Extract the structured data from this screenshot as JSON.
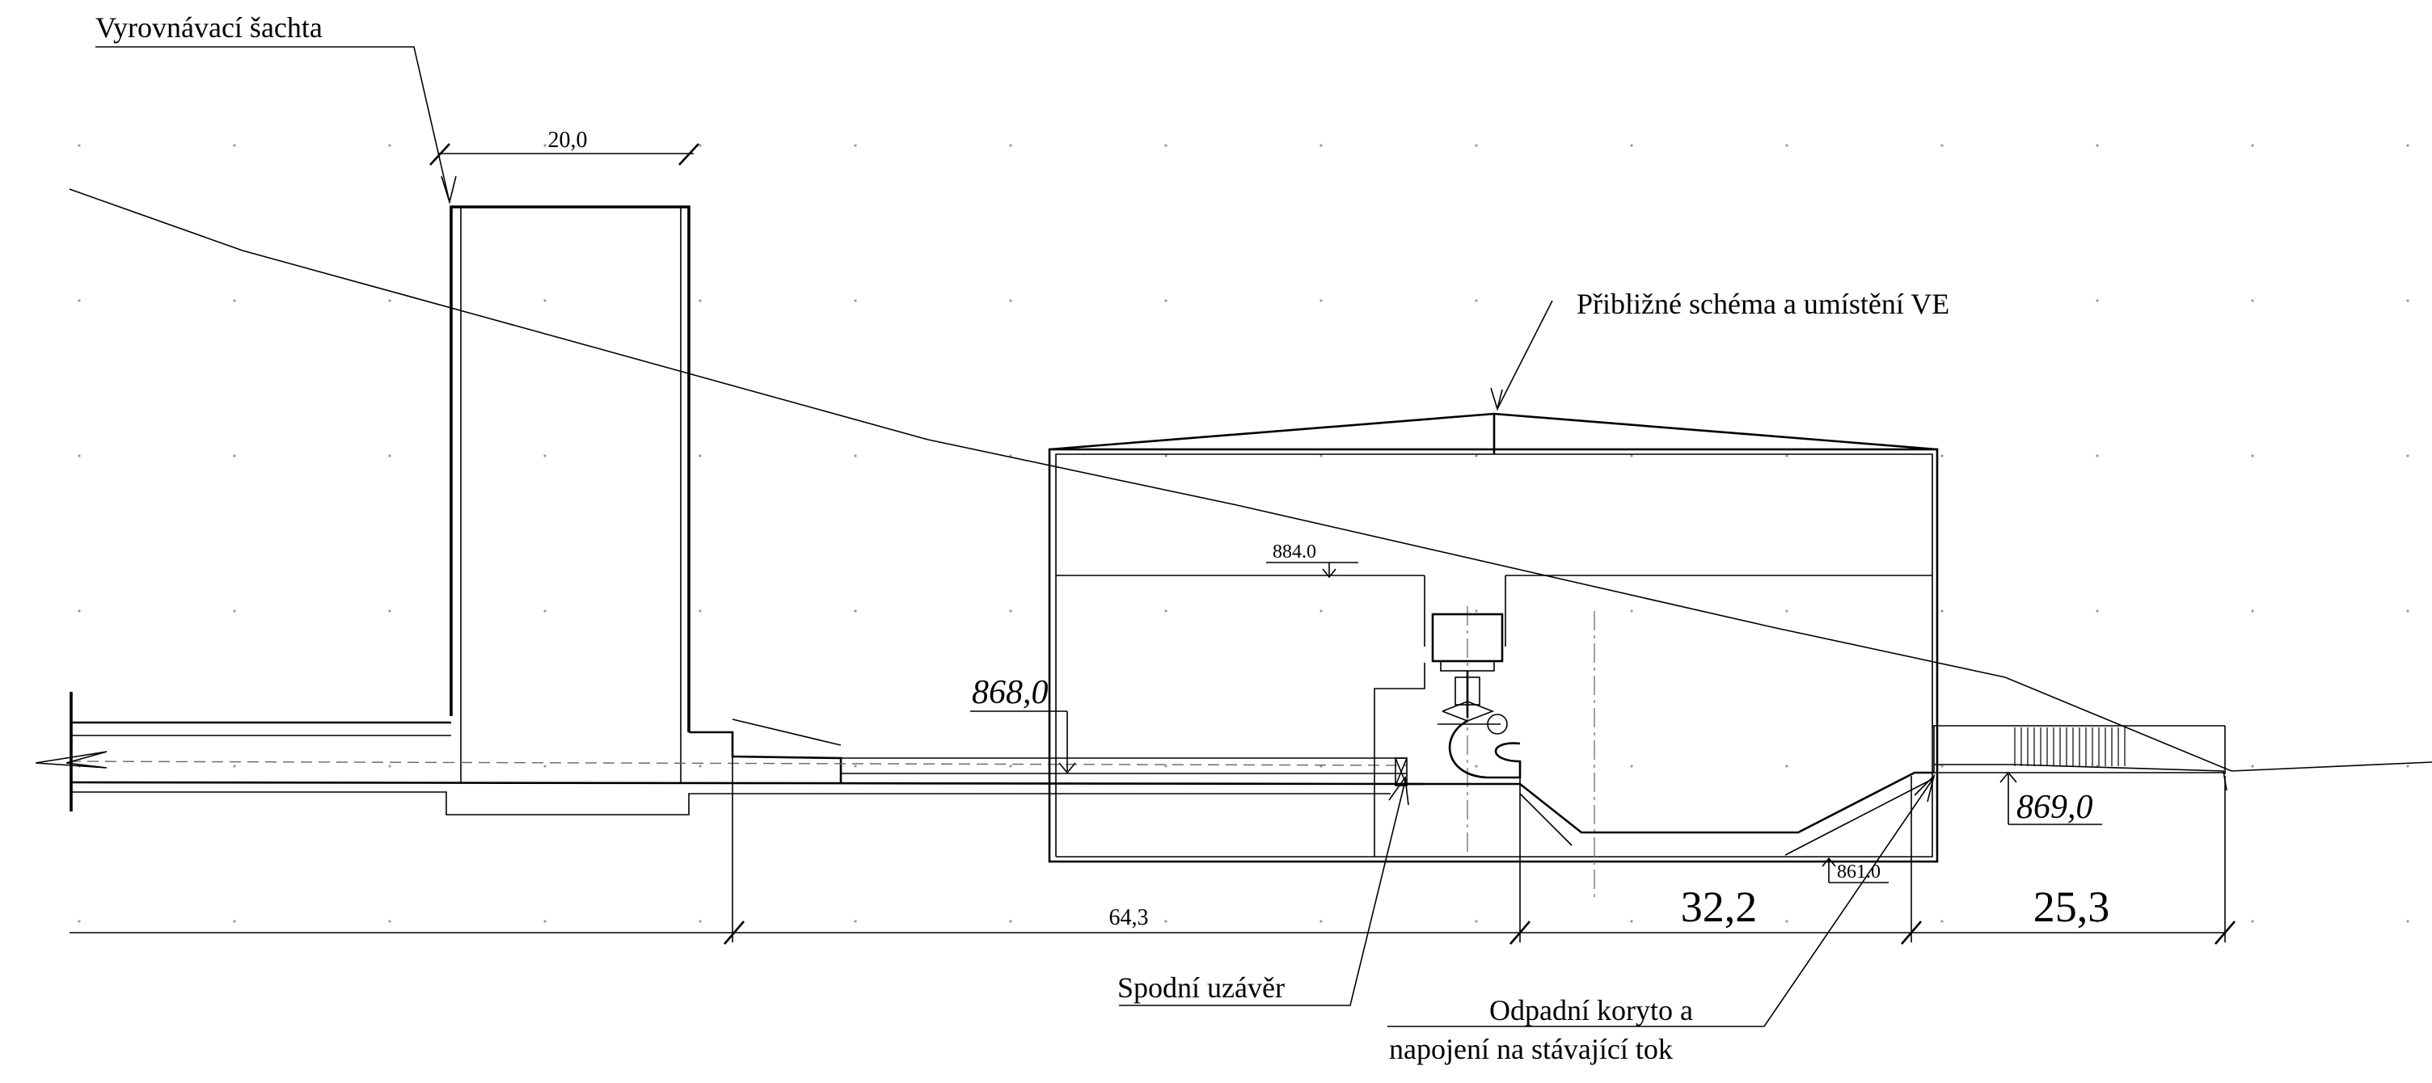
{
  "labels": {
    "surge_shaft": "Vyrovnávací šachta",
    "powerhouse": "Přibližné schéma a umístění VE",
    "bottom_gate": "Spodní uzávěr",
    "tailrace_line1": "Odpadní koryto a",
    "tailrace_line2": "napojení na stávající tok"
  },
  "dimensions": {
    "shaft_width": "20,0",
    "length_1": "64,3",
    "length_2": "32,2",
    "length_3": "25,3"
  },
  "elevations": {
    "inlet": "868,0",
    "powerhouse_level": "884.0",
    "tailrace": "869,0",
    "pit_bottom": "861.0"
  }
}
